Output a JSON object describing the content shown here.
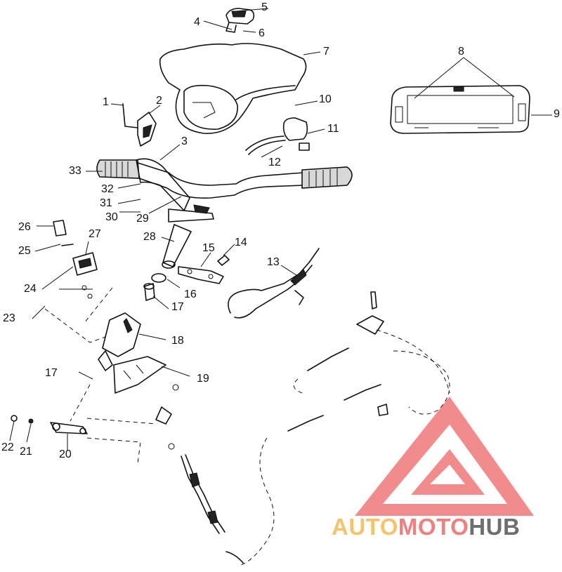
{
  "callouts": {
    "c1": "1",
    "c2": "2",
    "c3": "3",
    "c4": "4",
    "c5": "5",
    "c6": "6",
    "c7": "7",
    "c8": "8",
    "c9": "9",
    "c10": "10",
    "c11": "11",
    "c12": "12",
    "c13": "13",
    "c14": "14",
    "c15": "15",
    "c16": "16",
    "c17a": "17",
    "c17b": "17",
    "c18": "18",
    "c19": "19",
    "c20": "20",
    "c21": "21",
    "c22": "22",
    "c23": "23",
    "c24": "24",
    "c25": "25",
    "c26": "26",
    "c27": "27",
    "c28": "28",
    "c29": "29",
    "c30": "30",
    "c31": "31",
    "c32": "32",
    "c33": "33"
  },
  "watermark": {
    "auto": "AUTO",
    "moto": "MOTO",
    "hub": "HUB",
    "auto_color": "#f5c36a",
    "moto_color": "#f08080",
    "hub_color": "#6e6e6e",
    "logo_color": "#f07070"
  }
}
